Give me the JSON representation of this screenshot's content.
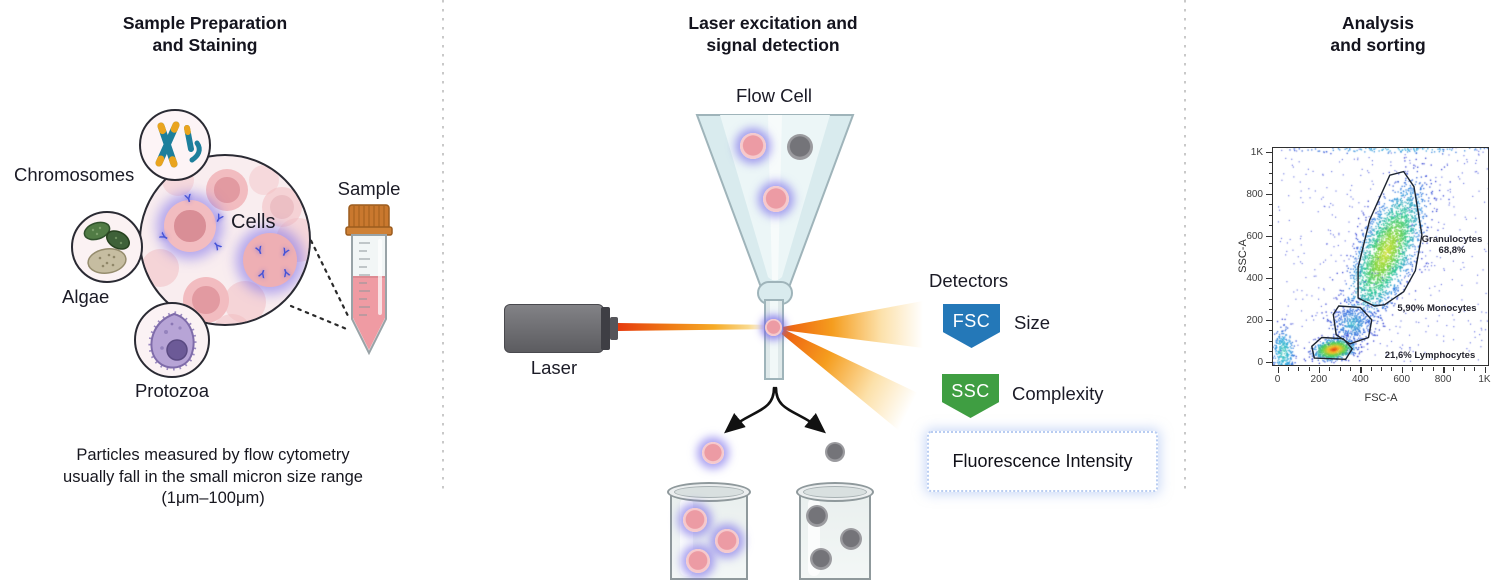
{
  "icons": {
    "antibody_glyph": "Y"
  },
  "palette": {
    "fsc_blue": "#2478b8",
    "ssc_green": "#3f9e42",
    "laser_beam_start": "#e63b0e",
    "cell_pink": "#f0a7ad",
    "cell_glow_purple": "#7a6ceb",
    "gray_particle": "#8b8b8f",
    "divider_gray": "#c9c9c9"
  },
  "sections": {
    "left": {
      "title_line1": "Sample Preparation",
      "title_line2": "and Staining",
      "chromosomes_label": "Chromosomes",
      "cells_label": "Cells",
      "algae_label": "Algae",
      "protozoa_label": "Protozoa",
      "sample_label": "Sample",
      "caption_line1": "Particles measured by flow cytometry",
      "caption_line2": "usually fall in the small micron size range",
      "caption_line3": "(1μm–100μm)"
    },
    "middle": {
      "title_line1": "Laser excitation and",
      "title_line2": "signal detection",
      "flow_cell_label": "Flow Cell",
      "laser_label": "Laser",
      "detectors_heading": "Detectors",
      "fsc_abbr": "FSC",
      "fsc_label": "Size",
      "ssc_abbr": "SSC",
      "ssc_label": "Complexity",
      "fluorescence_label": "Fluorescence Intensity"
    },
    "right": {
      "title_line1": "Analysis",
      "title_line2": "and sorting"
    }
  },
  "chart_data": {
    "type": "scatter",
    "subtype": "flow-cytometry-pseudocolor-density-dot-plot",
    "xlabel": "FSC-A",
    "ylabel": "SSC-A",
    "xlim": [
      0,
      1024
    ],
    "ylim": [
      0,
      1024
    ],
    "xticks": [
      "0",
      "200",
      "400",
      "600",
      "800",
      "1K"
    ],
    "yticks": [
      "0",
      "200",
      "400",
      "600",
      "800",
      "1K"
    ],
    "grid": false,
    "populations": [
      {
        "name": "Granulocytes",
        "percent": "68,8%",
        "center": [
          525,
          520
        ],
        "sigma": [
          165,
          62
        ],
        "angle_deg": 66,
        "n": 2600,
        "colors": [
          "#2836d0",
          "#2d8ee2",
          "#2cc795",
          "#7fd43a",
          "#d3e23c"
        ]
      },
      {
        "name": "Monocytes",
        "percent": "5,90%",
        "center": [
          362,
          180
        ],
        "sigma": [
          55,
          45
        ],
        "angle_deg": 10,
        "n": 400,
        "colors": [
          "#2836d0",
          "#3a77e0",
          "#3fc0cf"
        ]
      },
      {
        "name": "Lymphocytes",
        "percent": "21,6%",
        "center": [
          272,
          58
        ],
        "sigma": [
          48,
          24
        ],
        "angle_deg": 8,
        "n": 900,
        "colors": [
          "#2836d0",
          "#2f9fe0",
          "#4fd14f",
          "#f5c42c",
          "#e03812"
        ]
      },
      {
        "name": "debris",
        "percent": "",
        "center": [
          28,
          45
        ],
        "sigma": [
          26,
          55
        ],
        "angle_deg": 0,
        "n": 300,
        "colors": [
          "#2836d0",
          "#2fa7e0",
          "#3ed0b0"
        ]
      },
      {
        "name": "top-edge-pileup",
        "percent": "",
        "center": [
          600,
          1010
        ],
        "sigma": [
          250,
          10
        ],
        "angle_deg": 0,
        "n": 140,
        "colors": [
          "#2836d0",
          "#2f8ee0",
          "#3ab8d8"
        ]
      }
    ],
    "noise": {
      "n": 430,
      "color": "#3b49d8"
    },
    "gates": [
      {
        "name": "granulocytes-gate",
        "points": [
          [
            470,
            262
          ],
          [
            392,
            300
          ],
          [
            392,
            445
          ],
          [
            448,
            672
          ],
          [
            545,
            885
          ],
          [
            612,
            902
          ],
          [
            662,
            830
          ],
          [
            700,
            600
          ],
          [
            668,
            430
          ],
          [
            612,
            330
          ],
          [
            520,
            268
          ]
        ]
      },
      {
        "name": "monocytes-gate",
        "points": [
          [
            298,
            262
          ],
          [
            402,
            255
          ],
          [
            458,
            196
          ],
          [
            442,
            112
          ],
          [
            352,
            82
          ],
          [
            286,
            125
          ],
          [
            272,
            222
          ]
        ]
      },
      {
        "name": "lymphocytes-gate",
        "points": [
          [
            180,
            14
          ],
          [
            168,
            70
          ],
          [
            216,
            112
          ],
          [
            320,
            106
          ],
          [
            364,
            58
          ],
          [
            332,
            8
          ]
        ]
      }
    ],
    "gate_labels": {
      "granulocytes_line1": "Granulocytes",
      "granulocytes_line2": "68,8%",
      "monocytes": "5,90%  Monocytes",
      "lymphocytes": "21,6%  Lymphocytes"
    }
  }
}
